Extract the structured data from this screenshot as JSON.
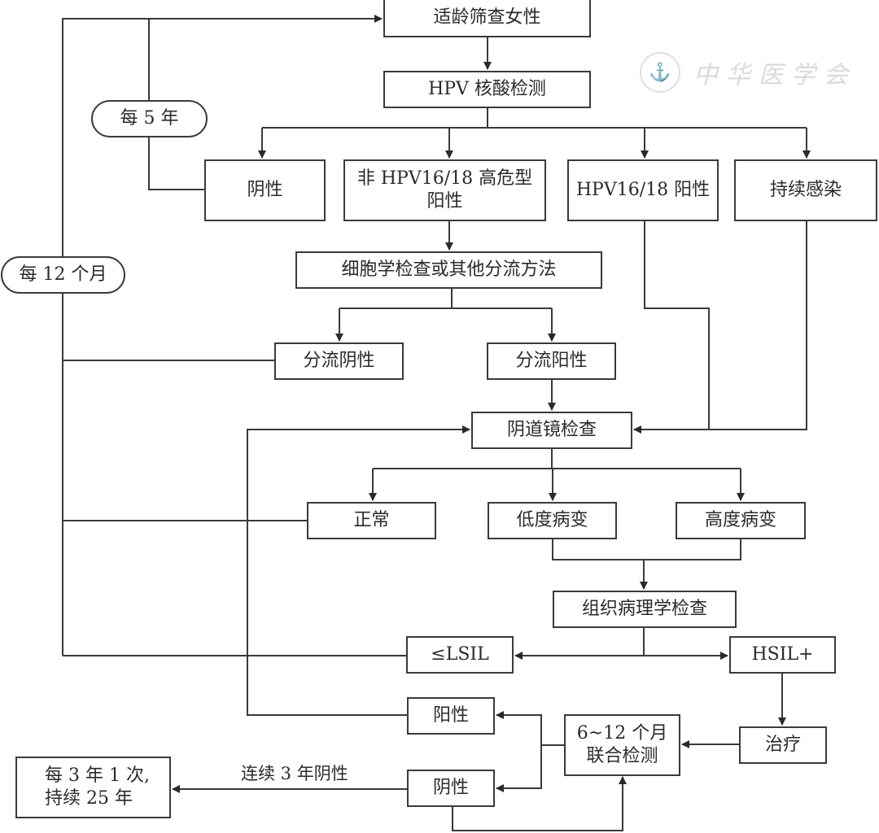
{
  "title": "HPV screening and management flowchart",
  "watermark": {
    "emblem": "⚓",
    "text": "中华医学会"
  },
  "nodes": {
    "screening_women": "适龄筛查女性",
    "hpv_test": "HPV 核酸检测",
    "negative": "阴性",
    "non_16_18_hr_positive": "非 HPV16/18 高危型\n阳性",
    "hpv16_18_positive": "HPV16/18 阳性",
    "persistent_infection": "持续感染",
    "cytology_triage": "细胞学检查或其他分流方法",
    "triage_negative": "分流阴性",
    "triage_positive": "分流阳性",
    "colposcopy": "阴道镜检查",
    "normal": "正常",
    "low_grade": "低度病变",
    "high_grade": "高度病变",
    "histopathology": "组织病理学检查",
    "lsil_or_less": "≤LSIL",
    "hsil_plus": "HSIL+",
    "treatment": "治疗",
    "cotest": "6~12 个月\n联合检测",
    "cotest_positive": "阳性",
    "cotest_negative": "阴性",
    "every_3_years": "每 3 年 1 次,\n持续 25 年"
  },
  "intervals": {
    "every_5_years": "每 5 年",
    "every_12_months": "每 12 个月"
  },
  "edge_labels": {
    "three_years_negative": "连续 3 年阴性"
  },
  "colors": {
    "line": "#3a3a3a",
    "text": "#2a2a2a",
    "background": "#ffffff",
    "watermark": "#d6d6d6"
  }
}
